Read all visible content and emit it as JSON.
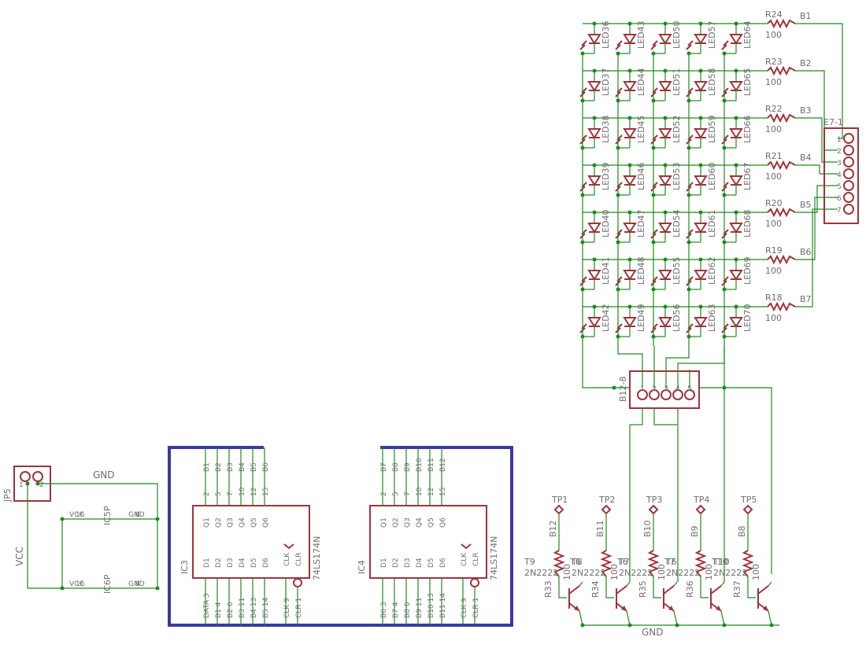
{
  "connectors": {
    "jp5": {
      "name": "JP5",
      "pins": [
        "1",
        "2"
      ]
    },
    "e71": {
      "name": "E7-1",
      "pins": [
        "1",
        "2",
        "3",
        "4",
        "5",
        "6",
        "7"
      ]
    },
    "b128": {
      "name": "B12-8",
      "pins": [
        "1",
        "2",
        "3",
        "4",
        "5"
      ]
    }
  },
  "power": {
    "gnd": "GND",
    "vcc": "VCC",
    "gnd_short": "GND",
    "vcc_short": "VCC",
    "pin_a": "16",
    "pin_b": "8"
  },
  "supply_ics": [
    "IC5P",
    "IC6P"
  ],
  "ics": [
    {
      "name": "IC3",
      "part": "74LS174N",
      "q_labels": [
        "Q1",
        "Q2",
        "Q3",
        "Q4",
        "Q5",
        "Q6"
      ],
      "q_nets": [
        "B1",
        "B2",
        "B3",
        "B4",
        "B5",
        "B6"
      ],
      "q_pins": [
        "2",
        "5",
        "7",
        "10",
        "12",
        "15"
      ],
      "d_labels": [
        "D1",
        "D2",
        "D3",
        "D4",
        "D5",
        "D6"
      ],
      "d_nets": [
        "DATA",
        "B1",
        "B2",
        "B3",
        "B4",
        "B5"
      ],
      "d_pins": [
        "3",
        "4",
        "6",
        "11",
        "13",
        "14"
      ],
      "clk": "CLK",
      "clr": "CLR",
      "clk_pin": "9",
      "clr_pin": "1"
    },
    {
      "name": "IC4",
      "part": "74LS174N",
      "q_labels": [
        "Q1",
        "Q2",
        "Q3",
        "Q4",
        "Q5",
        "Q6"
      ],
      "q_nets": [
        "B7",
        "B8",
        "B9",
        "B10",
        "B11",
        "B12"
      ],
      "q_pins": [
        "2",
        "5",
        "7",
        "10",
        "12",
        "15"
      ],
      "d_labels": [
        "D1",
        "D2",
        "D3",
        "D4",
        "D5",
        "D6"
      ],
      "d_nets": [
        "B6",
        "B7",
        "B8",
        "B9",
        "B10",
        "B11"
      ],
      "d_pins": [
        "3",
        "4",
        "6",
        "11",
        "13",
        "14"
      ],
      "clk": "CLK",
      "clr": "CLR",
      "clk_pin": "9",
      "clr_pin": "1"
    }
  ],
  "led_rows": [
    [
      "LED36",
      "LED43",
      "LED50",
      "LED57",
      "LED64"
    ],
    [
      "LED37",
      "LED44",
      "LED51",
      "LED58",
      "LED65"
    ],
    [
      "LED38",
      "LED45",
      "LED52",
      "LED59",
      "LED66"
    ],
    [
      "LED39",
      "LED46",
      "LED53",
      "LED60",
      "LED67"
    ],
    [
      "LED40",
      "LED47",
      "LED54",
      "LED61",
      "LED68"
    ],
    [
      "LED41",
      "LED48",
      "LED55",
      "LED62",
      "LED69"
    ],
    [
      "LED42",
      "LED49",
      "LED56",
      "LED63",
      "LED70"
    ]
  ],
  "row_resistors": [
    {
      "name": "R24",
      "value": "100",
      "net": "B1"
    },
    {
      "name": "R23",
      "value": "100",
      "net": "B2"
    },
    {
      "name": "R22",
      "value": "100",
      "net": "B3"
    },
    {
      "name": "R21",
      "value": "100",
      "net": "B4"
    },
    {
      "name": "R20",
      "value": "100",
      "net": "B5"
    },
    {
      "name": "R19",
      "value": "100",
      "net": "B6"
    },
    {
      "name": "R18",
      "value": "100",
      "net": "B7"
    }
  ],
  "column_drivers": [
    {
      "tp": "TP1",
      "net": "B12",
      "transistor": "T9",
      "part": "2N2222",
      "resistor": "R33",
      "value": "100",
      "tlabel": "T6"
    },
    {
      "tp": "TP2",
      "net": "B11",
      "transistor": "T8",
      "part": "2N2222",
      "resistor": "R34",
      "value": "100",
      "tlabel": "T6"
    },
    {
      "tp": "TP3",
      "net": "B10",
      "transistor": "T7",
      "part": "2N2222",
      "resistor": "R35",
      "value": "100",
      "tlabel": "T7"
    },
    {
      "tp": "TP4",
      "net": "B9",
      "transistor": "T6",
      "part": "2N2222",
      "resistor": "R36",
      "value": "100",
      "tlabel": "T10"
    },
    {
      "tp": "TP5",
      "net": "B8",
      "transistor": "T10",
      "part": "2N2222",
      "resistor": "R37",
      "value": "100",
      "tlabel": ""
    }
  ],
  "driver_gnd": "GND",
  "colors": {
    "wire": "#1e8a1e",
    "symbol": "#a0333a",
    "bus": "#3a3aa0",
    "text": "#6e6e6e"
  }
}
